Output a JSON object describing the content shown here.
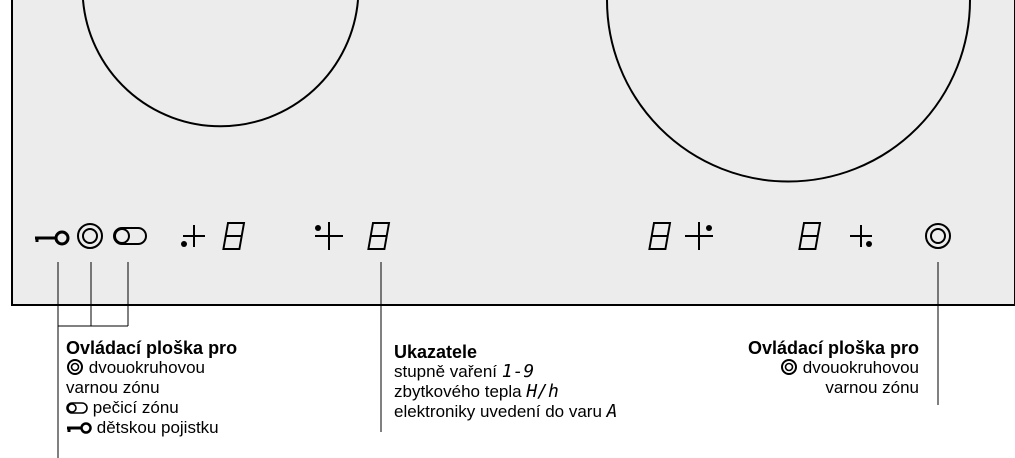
{
  "captions": {
    "left": {
      "title": "Ovládací ploška pro",
      "line1": "dvouokruhovou",
      "line2": "varnou zónu",
      "line3": "pečicí zónu",
      "line4": "dětskou pojistku"
    },
    "center": {
      "title": "Ukazatele",
      "line1": "stupně vaření",
      "line1_symbol": "1-9",
      "line2": "zbytkového tepla",
      "line2_symbol": "H/h",
      "line3": "elektroniky uvedení do varu",
      "line3_symbol": "A"
    },
    "right": {
      "title": "Ovládací ploška pro",
      "line1": "dvouokruhovou",
      "line2": "varnou zónu"
    }
  },
  "icons": [
    "key-lock-icon",
    "dual-circuit-zone-icon",
    "roasting-zone-icon",
    "plus-dot-icon",
    "seven-segment-display-icon"
  ]
}
